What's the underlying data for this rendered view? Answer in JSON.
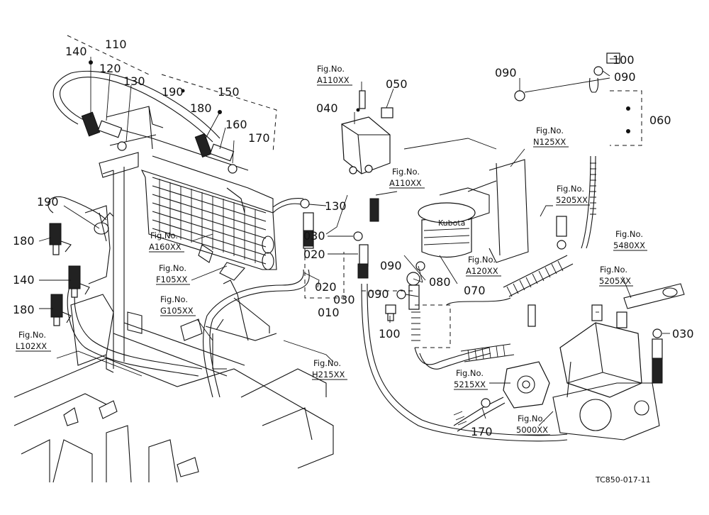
{
  "part_labels": {
    "p110": "110",
    "p140a": "140",
    "p120": "120",
    "p130a": "130",
    "p190a": "190",
    "p150": "150",
    "p180a": "180",
    "p160": "160",
    "p170a": "170",
    "p190b": "190",
    "p180b": "180",
    "p140b": "140",
    "p180c": "180",
    "p130b": "130",
    "p030a": "030",
    "p020a": "020",
    "p020b": "020",
    "p030b": "030",
    "p010": "010",
    "p040": "040",
    "p050": "050",
    "p090a": "090",
    "p090b": "090",
    "p090c": "090",
    "p080": "080",
    "p070": "070",
    "p100a": "100",
    "p100b": "100",
    "p090d": "090",
    "p060": "060",
    "p030c": "030",
    "p170b": "170"
  },
  "figure_refs": {
    "a110_top": {
      "title": "Fig.No.",
      "code": "A110XX"
    },
    "a110_mid": {
      "title": "Fig.No.",
      "code": "A110XX"
    },
    "n125": {
      "title": "Fig.No.",
      "code": "N125XX"
    },
    "s5205_top": {
      "title": "Fig.No.",
      "code": "5205XX"
    },
    "s5480": {
      "title": "Fig.No.",
      "code": "5480XX"
    },
    "s5205_mid": {
      "title": "Fig.No.",
      "code": "5205XX"
    },
    "a160": {
      "title": "Fig.No.",
      "code": "A160XX"
    },
    "f105": {
      "title": "Fig.No.",
      "code": "F105XX"
    },
    "g105": {
      "title": "Fig.No.",
      "code": "G105XX"
    },
    "l102": {
      "title": "Fig.No.",
      "code": "L102XX"
    },
    "a120": {
      "title": "Fig.No.",
      "code": "A120XX"
    },
    "h215": {
      "title": "Fig.No.",
      "code": "H215XX"
    },
    "s5215": {
      "title": "Fig.No.",
      "code": "5215XX"
    },
    "s5000": {
      "title": "Fig.No.",
      "code": "5000XX"
    }
  },
  "drawing_code": "TC850-017-11",
  "filter_brand": "Kubota"
}
